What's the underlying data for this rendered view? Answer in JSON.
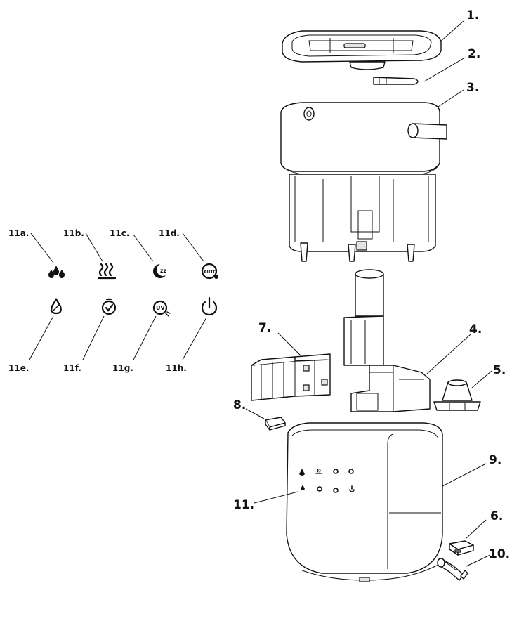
{
  "part_labels": {
    "p1": "1.",
    "p2": "2.",
    "p3": "3.",
    "p4": "4.",
    "p5": "5.",
    "p6": "6.",
    "p7": "7.",
    "p8": "8.",
    "p9": "9.",
    "p10": "10.",
    "p11": "11."
  },
  "icon_labels": {
    "i11a": "11a.",
    "i11b": "11b.",
    "i11c": "11c.",
    "i11d": "11d.",
    "i11e": "11e.",
    "i11f": "11f.",
    "i11g": "11g.",
    "i11h": "11h."
  },
  "icons": {
    "i11a": "water-drops-icon",
    "i11b": "warm-mist-icon",
    "i11c": "sleep-mode-icon",
    "i11d": "auto-mode-icon",
    "i11e": "humidity-drop-icon",
    "i11f": "timer-icon",
    "i11g": "uv-icon",
    "i11h": "power-icon"
  },
  "icon_texts": {
    "sleep_z": "zz",
    "auto": "AUTO",
    "uv": "UV"
  }
}
